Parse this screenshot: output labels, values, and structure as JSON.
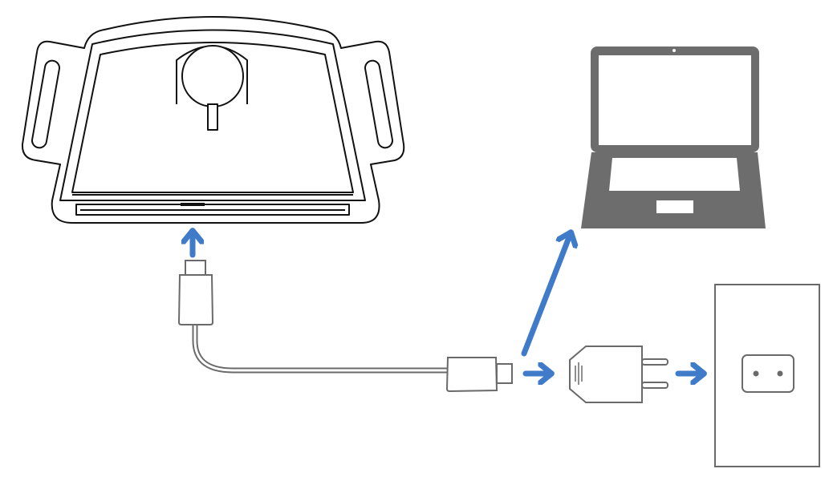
{
  "diagram": {
    "description_labels": [],
    "components": [
      {
        "id": "device",
        "icon": "device-holder-icon"
      },
      {
        "id": "usb-cable",
        "icon": "usb-c-cable-icon"
      },
      {
        "id": "laptop",
        "icon": "laptop-icon"
      },
      {
        "id": "power-adapter",
        "icon": "power-adapter-icon"
      },
      {
        "id": "wall-outlet",
        "icon": "wall-outlet-icon"
      }
    ],
    "connections": [
      {
        "from": "usb-cable",
        "to": "device"
      },
      {
        "from": "usb-cable",
        "to": "laptop"
      },
      {
        "from": "usb-cable",
        "to": "power-adapter"
      },
      {
        "from": "power-adapter",
        "to": "wall-outlet"
      }
    ]
  },
  "colors": {
    "arrow": "#3f7bc8",
    "laptop": "#6d6d6d",
    "outline": "#111111",
    "cable": "#6a6a6a"
  }
}
